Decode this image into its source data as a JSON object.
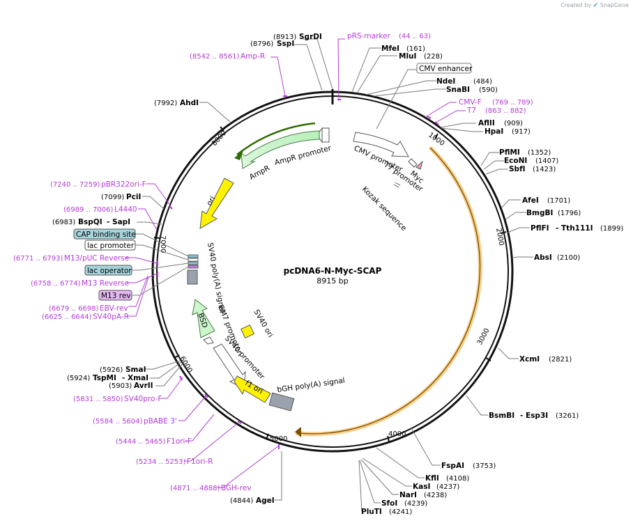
{
  "credit": {
    "prefix": "Created by",
    "brand": "SnapGene"
  },
  "plasmid": {
    "name": "pcDNA6-N-Myc-SCAP",
    "length_label": "8915 bp",
    "length": 8915
  },
  "ticks": [
    "1000",
    "2000",
    "3000",
    "4000",
    "5000",
    "6000",
    "7000",
    "8000"
  ],
  "sites": {
    "sgrdi": {
      "name": "SgrDI",
      "pos": "(8913)"
    },
    "sspi": {
      "name": "SspI",
      "pos": "(8796)"
    },
    "mfei": {
      "name": "MfeI",
      "pos": "(161)"
    },
    "mlui": {
      "name": "MluI",
      "pos": "(228)"
    },
    "ndei": {
      "name": "NdeI",
      "pos": "(484)"
    },
    "snabi": {
      "name": "SnaBI",
      "pos": "(590)"
    },
    "aflii": {
      "name": "AflII",
      "pos": "(909)"
    },
    "hpai": {
      "name": "HpaI",
      "pos": "(917)"
    },
    "pflmi": {
      "name": "PflMI",
      "pos": "(1352)"
    },
    "econi": {
      "name": "EcoNI",
      "pos": "(1407)"
    },
    "sbfi": {
      "name": "SbfI",
      "pos": "(1423)"
    },
    "afei": {
      "name": "AfeI",
      "pos": "(1701)"
    },
    "bmgbi": {
      "name": "BmgBI",
      "pos": "(1796)"
    },
    "pflfi": {
      "name": "PflFI",
      "name2": "- Tth111I",
      "pos": "(1899)"
    },
    "absi": {
      "name": "AbsI",
      "pos": "(2100)"
    },
    "xcmi": {
      "name": "XcmI",
      "pos": "(2821)"
    },
    "bsmbi": {
      "name": "BsmBI",
      "name2": "- Esp3I",
      "pos": "(3261)"
    },
    "fspai": {
      "name": "FspAI",
      "pos": "(3753)"
    },
    "kfli": {
      "name": "KflI",
      "pos": "(4108)"
    },
    "kasi": {
      "name": "KasI",
      "pos": "(4237)"
    },
    "nari": {
      "name": "NarI",
      "pos": "(4238)"
    },
    "sfoi": {
      "name": "SfoI",
      "pos": "(4239)"
    },
    "pluti": {
      "name": "PluTI",
      "pos": "(4241)"
    },
    "agei": {
      "name": "AgeI",
      "pos": "(4844)"
    },
    "avrii": {
      "name": "AvrII",
      "pos": "(5903)"
    },
    "tspmi": {
      "name": "TspMI",
      "name2": "- XmaI",
      "pos": "(5924)"
    },
    "smai": {
      "name": "SmaI",
      "pos": "(5926)"
    },
    "bspqi": {
      "name": "BspQI",
      "name2": "- SapI",
      "pos": "(6983)"
    },
    "pcii": {
      "name": "PciI",
      "pos": "(7099)"
    },
    "ahdi": {
      "name": "AhdI",
      "pos": "(7992)"
    }
  },
  "primers": {
    "ampr": {
      "name": "Amp-R",
      "range": "(8542 .. 8561)"
    },
    "prs": {
      "name": "pRS-marker",
      "range": "(44 .. 63)"
    },
    "cmvf": {
      "name": "CMV-F",
      "range": "(769 .. 789)"
    },
    "t7": {
      "name": "T7",
      "range": "(863 .. 882)"
    },
    "pbr": {
      "name": "pBR322ori-F",
      "range": "(7240 .. 7259)"
    },
    "l4440": {
      "name": "L4440",
      "range": "(6989 .. 7006)"
    },
    "m13puc": {
      "name": "M13/pUC Reverse",
      "range": "(6771 .. 6793)"
    },
    "m13r": {
      "name": "M13 Reverse",
      "range": "(6758 .. 6774)"
    },
    "ebv": {
      "name": "EBV-rev",
      "range": "(6679 .. 6698)"
    },
    "sv40pa": {
      "name": "SV40pA-R",
      "range": "(6625 .. 6644)"
    },
    "sv40pro": {
      "name": "SV40pro-F",
      "range": "(5831 .. 5850)"
    },
    "pbabe": {
      "name": "pBABE 3'",
      "range": "(5584 .. 5604)"
    },
    "f1f": {
      "name": "F1ori-F",
      "range": "(5444 .. 5465)"
    },
    "f1r": {
      "name": "F1ori-R",
      "range": "(5234 .. 5253)"
    },
    "bgh": {
      "name": "BGH-rev",
      "range": "(4871 .. 4888)"
    }
  },
  "boxes": {
    "cmv_enhancer": "CMV enhancer",
    "cap": "CAP binding site",
    "lacp": "lac promoter",
    "laco": "lac operator",
    "m13rev": "M13 rev"
  },
  "features": {
    "cmv_promoter": "CMV promoter",
    "t7_promoter": "T7 promoter",
    "myc": "Myc",
    "kozak": "Kozak sequence",
    "ampr_promoter": "AmpR promoter",
    "ampr": "AmpR",
    "ori": "ori",
    "sv40pa": "SV40 poly(A) signal",
    "bsd": "BSD",
    "em7": "EM7 promoter",
    "sv40ori": "SV40 ori",
    "sv40prom": "SV40 promoter",
    "f1ori": "f1 ori",
    "bgh": "bGH poly(A) signal"
  },
  "colors": {
    "primer": "#b339d6",
    "ori": "#fff200",
    "ampr": "#ccf5cc",
    "scap_arc": "#f3b24a",
    "teal": "#a6d4dc",
    "purple": "#e3b8f2",
    "polya": "#9aa3ad"
  }
}
